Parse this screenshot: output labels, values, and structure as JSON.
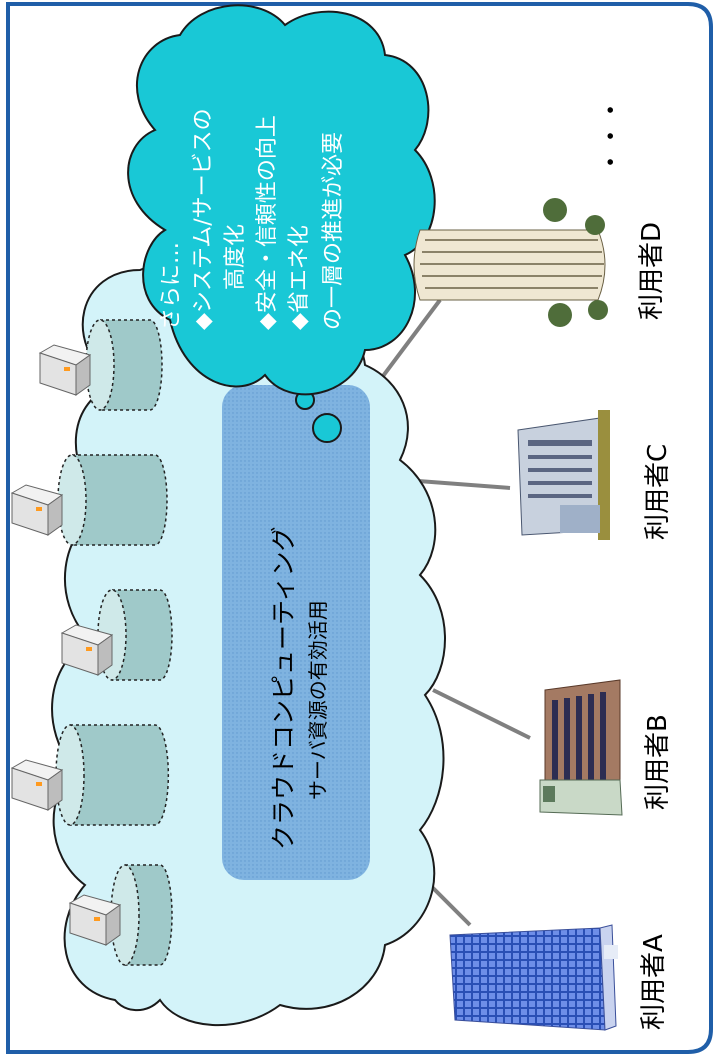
{
  "cloud_title": "クラウドコンピューティング",
  "cloud_subtitle": "サーバ資源の有効活用",
  "bubble": {
    "line1": "さらに…",
    "line2": "◆システム/サービスの",
    "line3": "高度化",
    "line4": "◆安全・信頼性の向上",
    "line5": "◆省エネ化",
    "line6": "の一層の推進が必要"
  },
  "users": {
    "a": "利用者A",
    "b": "利用者B",
    "c": "利用者C",
    "d": "利用者D"
  },
  "more": "・・・",
  "colors": {
    "frame": "#1f5ea8",
    "cloud_fill": "#d3f3f9",
    "bubble_fill": "#19c8d6",
    "core_fill": "#7fb3e0",
    "drum_fill": "#9fc9c9"
  }
}
